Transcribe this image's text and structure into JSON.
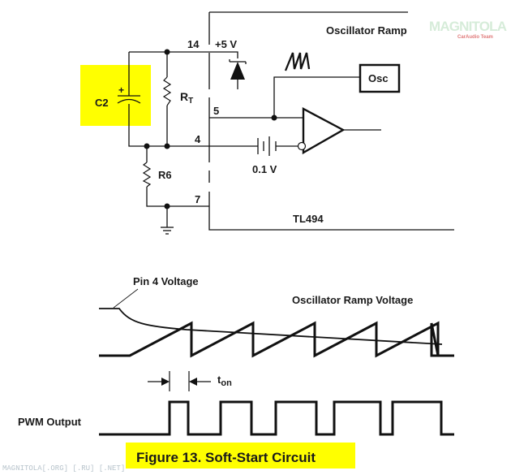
{
  "figure": {
    "caption": "Figure 13.  Soft-Start Circuit",
    "caption_highlight_color": "#ffff00",
    "highlight_color": "#ffff00"
  },
  "schematic": {
    "ic_label": "TL494",
    "oscillator_ramp_label": "Oscillator Ramp",
    "osc_block_label": "Osc",
    "supply_label": "+5 V",
    "offset_label": "0.1 V",
    "pins": {
      "p14": "14",
      "p5": "5",
      "p4": "4",
      "p7": "7"
    },
    "components": {
      "c2": "C2",
      "c2_polarity": "+",
      "rt_main": "R",
      "rt_sub": "T",
      "r6": "R6"
    }
  },
  "waveforms": {
    "pin4_label": "Pin 4 Voltage",
    "ramp_label": "Oscillator Ramp Voltage",
    "pwm_label": "PWM Output",
    "ton_main": "t",
    "ton_sub": "on",
    "ramp_cycles": 6,
    "pwm_pulse_duty": [
      0.27,
      0.45,
      0.6,
      0.68,
      0.72
    ]
  },
  "watermark": {
    "logo_main": "MAGNITOLA",
    "logo_sub": "CarAudio Team",
    "footer": "MAGNITOLA[.ORG] [.RU] [.NET]"
  }
}
